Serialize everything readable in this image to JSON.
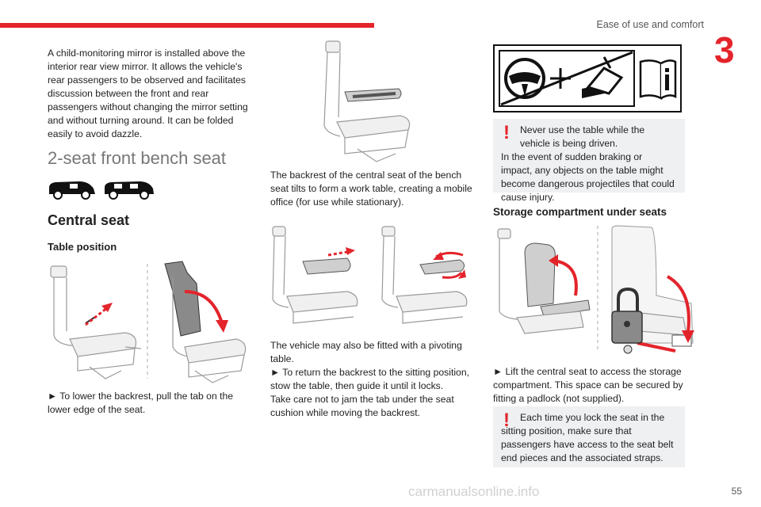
{
  "header": {
    "title": "Ease of use and comfort",
    "chapter": "3"
  },
  "col1": {
    "mirror_text": "A child-monitoring mirror is installed above the interior rear view mirror. It allows the vehicle's rear passengers to be observed and facilitates discussion between the front and rear passengers without changing the mirror setting and without turning around. It can be folded easily to avoid dazzle.",
    "section_title": "2-seat front bench seat",
    "subsection_title": "Central seat",
    "table_position_title": "Table position",
    "lower_backrest_text": "► To lower the backrest, pull the tab on the lower edge of the seat."
  },
  "col2": {
    "backrest_text": "The backrest of the central seat of the bench seat tilts to form a work table, creating a mobile office (for use while stationary).",
    "pivot_text": "The vehicle may also be fitted with a pivoting table.",
    "return_text": "► To return the backrest to the sitting position, stow the table, then guide it until it locks.",
    "care_text": "Take care not to jam the tab under the seat cushion while moving the backrest."
  },
  "col3": {
    "warning1_text": "Never use the table while the vehicle is being driven.",
    "warning1_text2": "In the event of sudden braking or impact, any objects on the table might become dangerous projectiles that could cause injury.",
    "storage_title": "Storage compartment under seats",
    "lift_text": "► Lift the central seat to access the storage compartment. This space can be secured by fitting a padlock (not supplied).",
    "warning2_text": "Each time you lock the seat in the sitting position, make sure that passengers have access to the seat belt end pieces and the associated straps."
  },
  "footer": {
    "page_number": "55",
    "watermark": "carmanualsonline.info"
  },
  "colors": {
    "accent": "#e3242b",
    "warning_bg": "#eef0f1"
  },
  "icons": [
    "van-short-icon",
    "van-long-icon",
    "no-driving-steering-wheel-icon",
    "manual-info-icon",
    "warning-exclamation-icon",
    "padlock-icon"
  ]
}
